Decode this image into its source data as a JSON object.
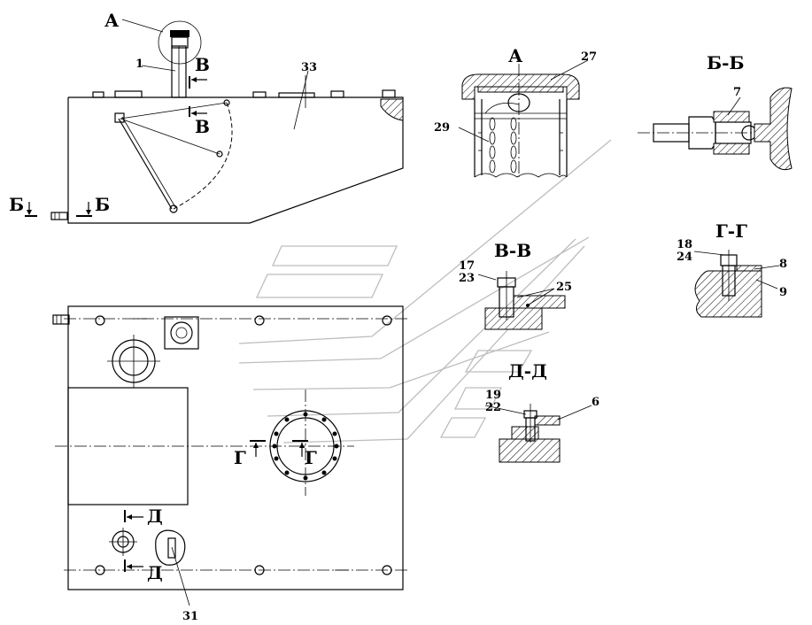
{
  "views": {
    "detail_a": "А",
    "section_bb": "Б-Б",
    "section_vv": "В-В",
    "section_gg": "Г-Г",
    "section_dd": "Д-Д"
  },
  "markers": {
    "a": "А",
    "b": "Б",
    "v": "В",
    "g": "Г",
    "d": "Д"
  },
  "positions": {
    "p1": "1",
    "p33": "33",
    "p27": "27",
    "p29": "29",
    "p7": "7",
    "p17": "17",
    "p23": "23",
    "p25": "25",
    "p18": "18",
    "p24": "24",
    "p8": "8",
    "p9": "9",
    "p19": "19",
    "p22": "22",
    "p6": "6",
    "p31": "31"
  }
}
